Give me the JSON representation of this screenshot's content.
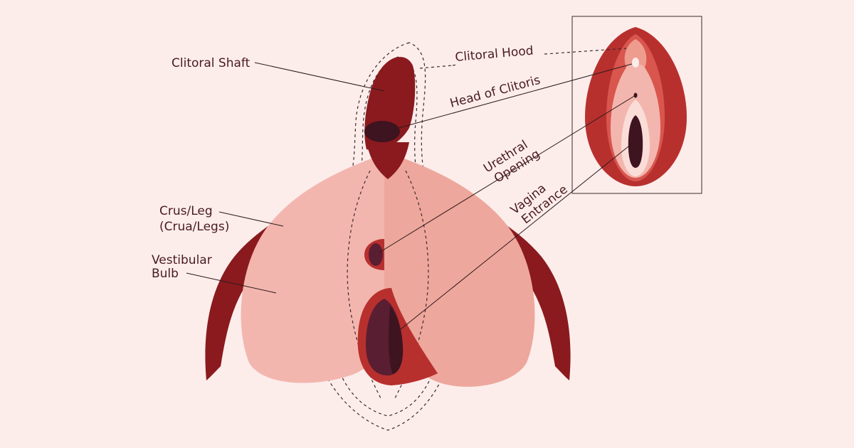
{
  "labels": {
    "clitoral_shaft": "Clitoral Shaft",
    "clitoral_hood": "Clitoral Hood",
    "head_of_clitoris": "Head of Clitoris",
    "urethral_line1": "Urethral",
    "urethral_line2": "Opening",
    "vagina_line1": "Vagina",
    "vagina_line2": "Entrance",
    "crus_line1": "Crus/Leg",
    "crus_line2": "(Crua/Legs)",
    "bulb_line1": "Vestibular",
    "bulb_line2": "Bulb"
  },
  "colors": {
    "background": "#FCEDEB",
    "dark_red": "#8A1A1E",
    "red": "#B8302E",
    "pink_light": "#F3B6AE",
    "pink_mid": "#EEA79C",
    "very_dark": "#3D1420",
    "purple": "#5A1E32"
  }
}
